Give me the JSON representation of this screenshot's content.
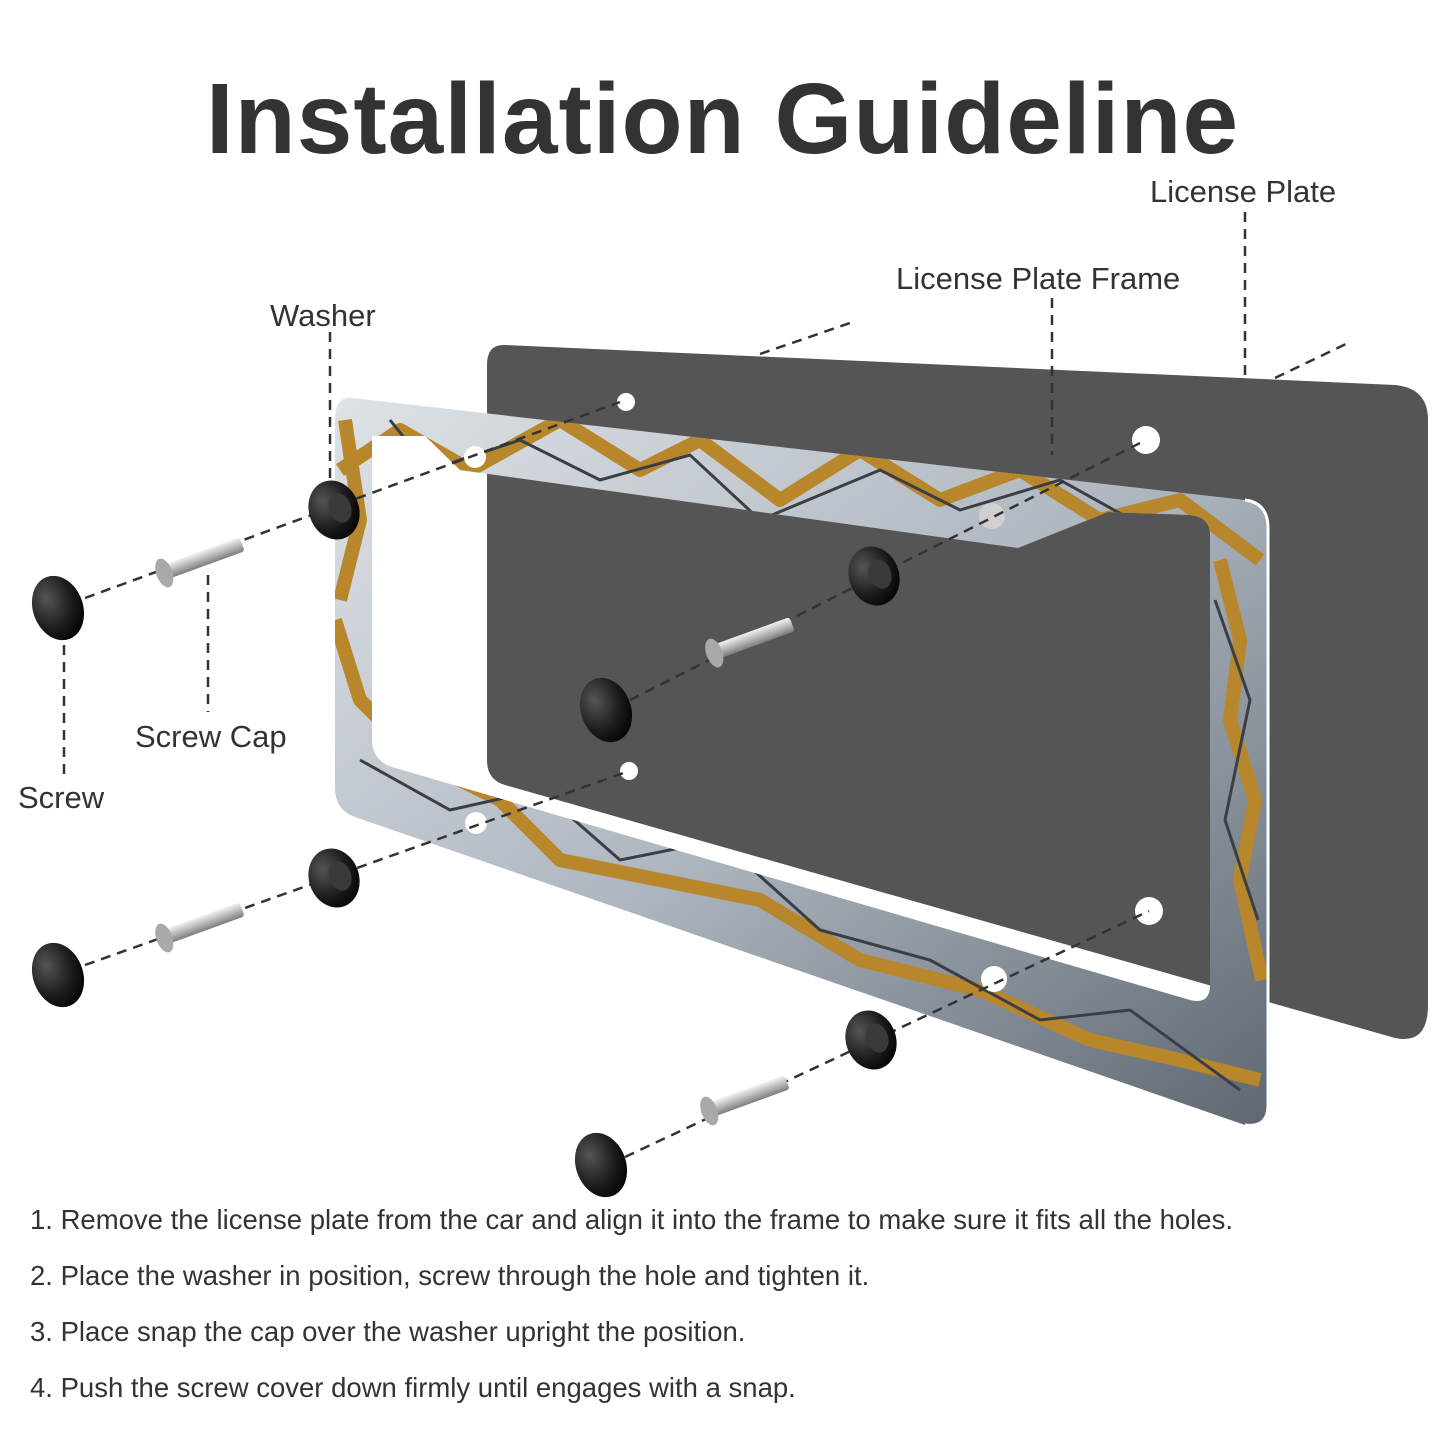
{
  "title": "Installation Guideline",
  "labels": {
    "license_plate": "License Plate",
    "license_plate_frame": "License Plate Frame",
    "washer": "Washer",
    "screw_cap": "Screw Cap",
    "screw": "Screw"
  },
  "steps": [
    "1. Remove the license plate from the car and align it into the frame to make sure it fits all the holes.",
    "2. Place the washer in position, screw through the hole and tighten it.",
    "3. Place snap the cap over the washer upright the position.",
    "4. Push the screw cover down firmly until engages with a snap."
  ],
  "colors": {
    "text": "#333333",
    "plate": "#555555",
    "frame_gold": "#b8862b",
    "frame_stone": "#c9ced4",
    "hardware_black": "#1a1a1a",
    "screw_silver": "#c2c2c2"
  }
}
